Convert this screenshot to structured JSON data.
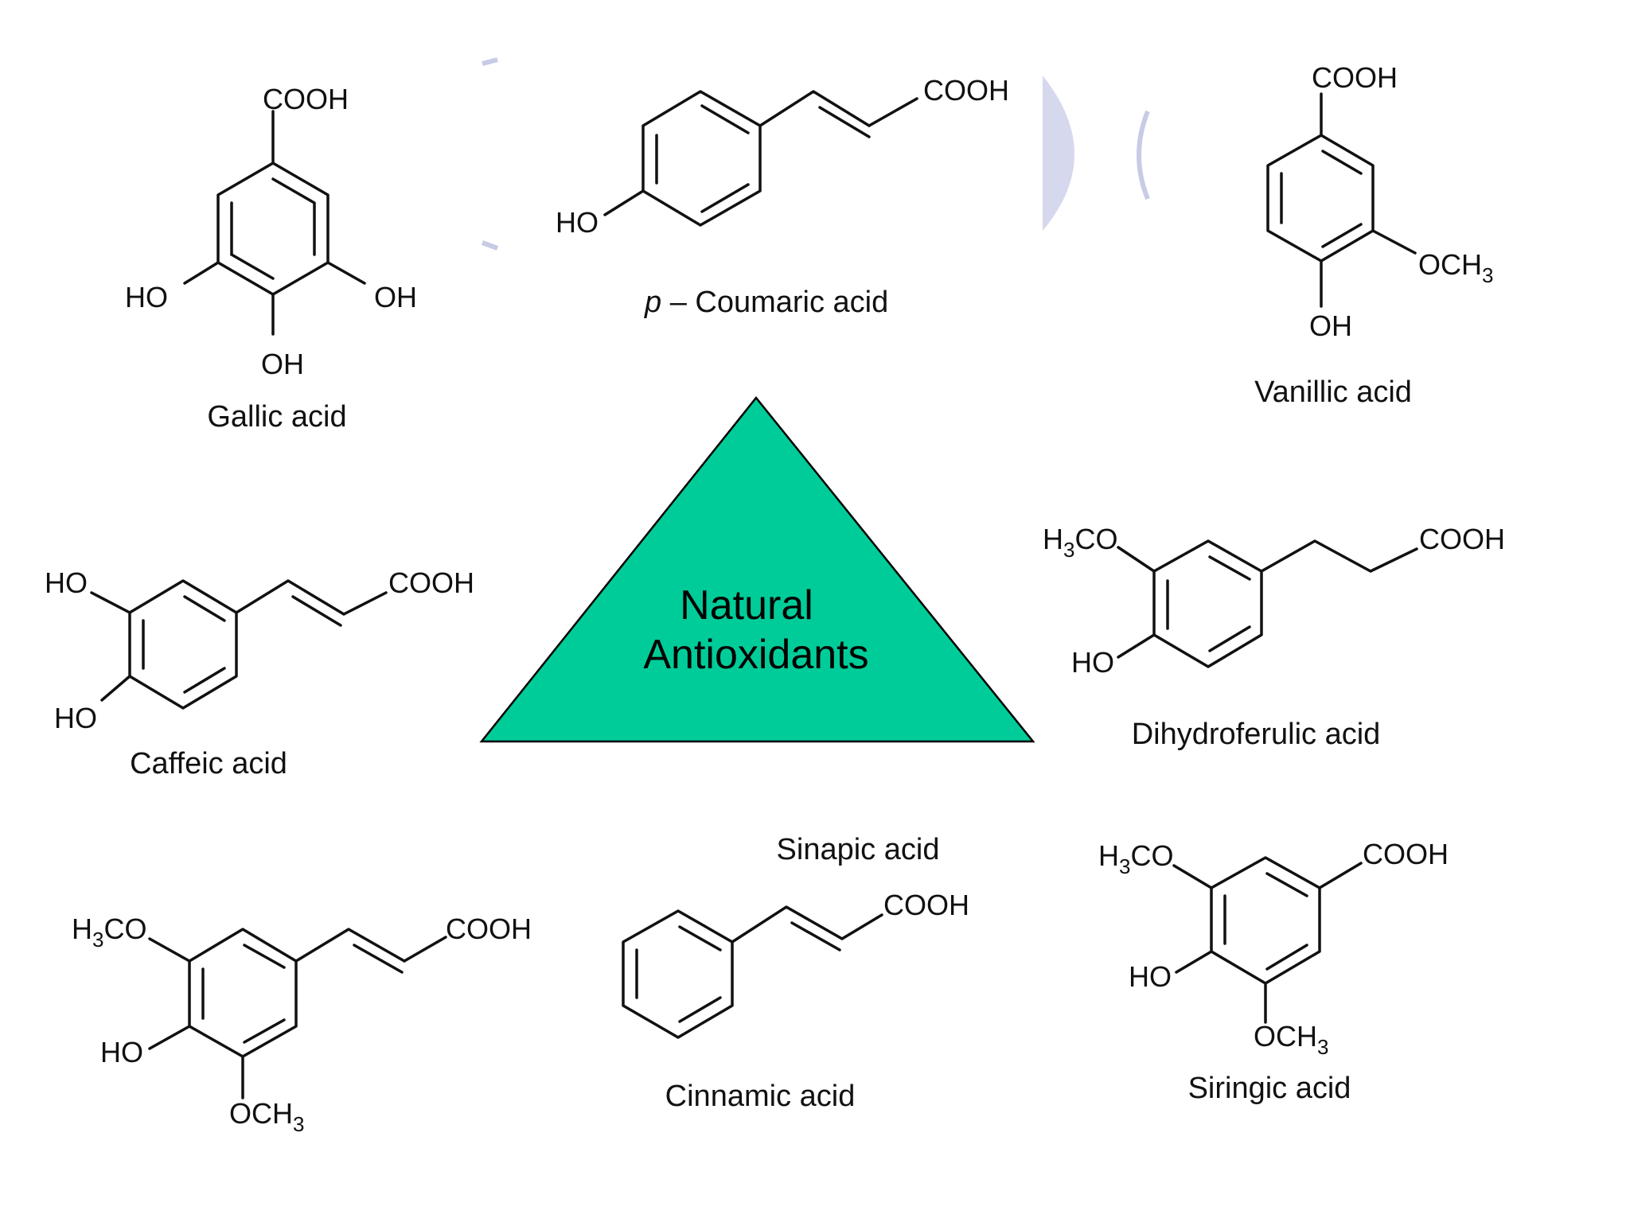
{
  "center": {
    "line1": "Natural",
    "line2": "Antioxidants",
    "fill_color": "#00cc99"
  },
  "molecules": {
    "gallic": {
      "name": "Gallic acid",
      "a1": "COOH",
      "a2": "HO",
      "a3": "OH",
      "a4": "OH"
    },
    "coumaric": {
      "prefix": "p",
      "name": " – Coumaric acid",
      "a1": "COOH",
      "a2": "HO"
    },
    "vanillic": {
      "name": "Vanillic acid",
      "a1": "COOH",
      "a2": "OCH",
      "a2sub": "3",
      "a3": "OH"
    },
    "caffeic": {
      "name": "Caffeic acid",
      "a1": "HO",
      "a2": "HO",
      "a3": "COOH"
    },
    "dihydroferulic": {
      "name": "Dihydroferulic acid",
      "a1": "H",
      "a1sub": "3",
      "a1rest": "CO",
      "a2": "HO",
      "a3": "COOH"
    },
    "sinapic": {
      "name": "Sinapic acid",
      "a1": "H",
      "a1sub": "3",
      "a1rest": "CO",
      "a2": "HO",
      "a3": "OCH",
      "a3sub": "3",
      "a4": "COOH"
    },
    "cinnamic": {
      "name": "Cinnamic acid",
      "a1": "COOH"
    },
    "siringic": {
      "name": "Siringic acid",
      "a1": "H",
      "a1sub": "3",
      "a1rest": "CO",
      "a2": "HO",
      "a3": "OCH",
      "a3sub": "3",
      "a4": "COOH"
    }
  }
}
